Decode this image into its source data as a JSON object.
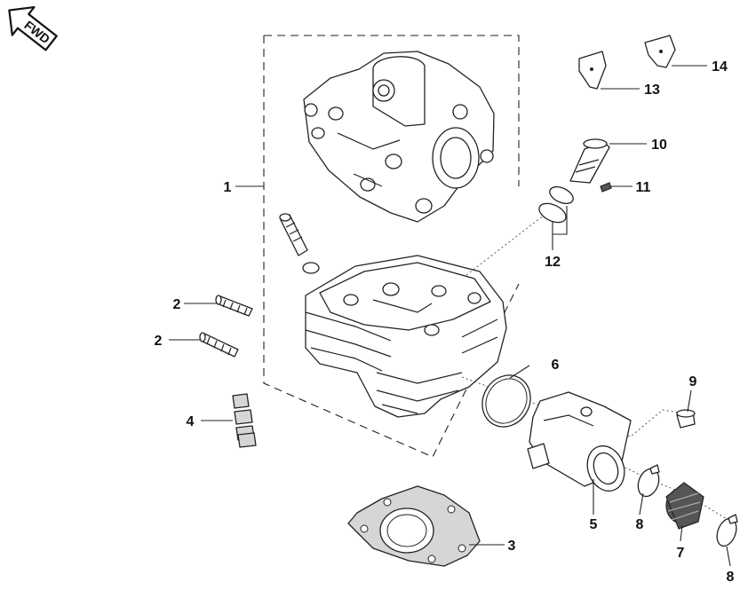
{
  "direction_badge": {
    "text": "FWD",
    "icon": "forward-arrow-icon"
  },
  "callouts": [
    {
      "id": "c1",
      "text": "1"
    },
    {
      "id": "c2a",
      "text": "2"
    },
    {
      "id": "c2b",
      "text": "2"
    },
    {
      "id": "c3",
      "text": "3"
    },
    {
      "id": "c4",
      "text": "4"
    },
    {
      "id": "c5",
      "text": "5"
    },
    {
      "id": "c6",
      "text": "6"
    },
    {
      "id": "c7",
      "text": "7"
    },
    {
      "id": "c8a",
      "text": "8"
    },
    {
      "id": "c8b",
      "text": "8"
    },
    {
      "id": "c9",
      "text": "9"
    },
    {
      "id": "c10",
      "text": "10"
    },
    {
      "id": "c11",
      "text": "11"
    },
    {
      "id": "c12",
      "text": "12"
    },
    {
      "id": "c13",
      "text": "13"
    },
    {
      "id": "c14",
      "text": "14"
    }
  ]
}
